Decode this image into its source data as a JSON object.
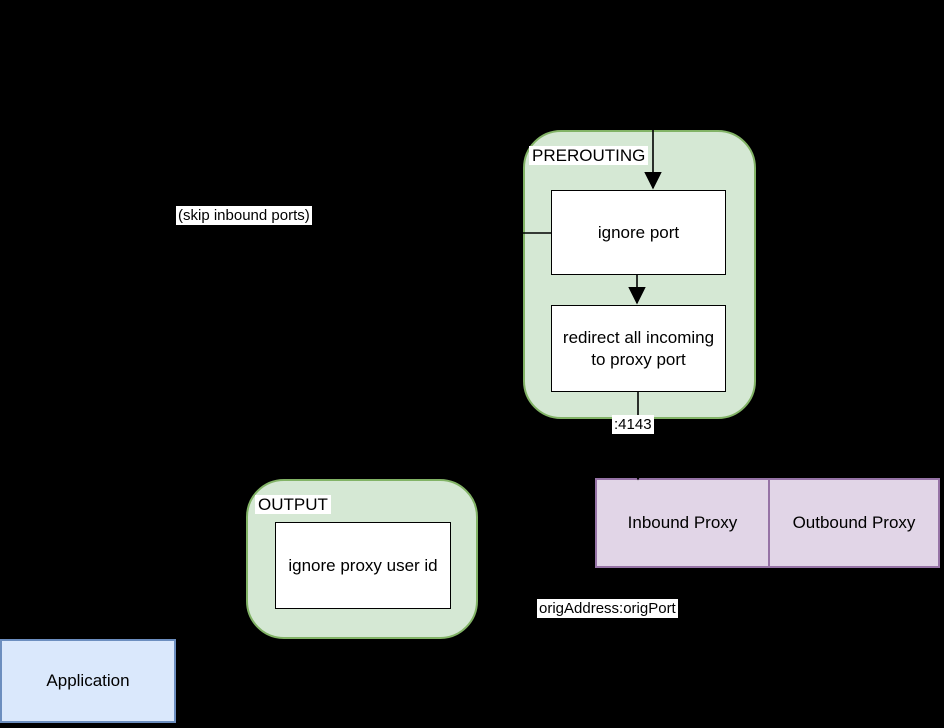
{
  "diagram": {
    "type": "iptables-proxy-flow",
    "colors": {
      "background": "#000000",
      "chain_fill": "#d5e8d4",
      "chain_stroke": "#82b366",
      "proxy_fill": "#e1d5e7",
      "proxy_stroke": "#9673a6",
      "app_fill": "#dae8fc",
      "app_stroke": "#6c8ebf",
      "node_fill": "#ffffff",
      "line": "#000000"
    },
    "prerouting_chain": {
      "title": "PREROUTING",
      "nodes": [
        {
          "label": "ignore port"
        },
        {
          "label": "redirect all incoming to proxy port"
        }
      ]
    },
    "output_chain": {
      "title": "OUTPUT",
      "nodes": [
        {
          "label": "ignore proxy user id"
        }
      ]
    },
    "proxies": [
      {
        "label": "Inbound Proxy"
      },
      {
        "label": "Outbound Proxy"
      }
    ],
    "application": {
      "label": "Application"
    },
    "edge_labels": {
      "skip_inbound_ports": "(skip inbound ports)",
      "proxy_port": ":4143",
      "orig_destination": "origAddress:origPort"
    }
  }
}
